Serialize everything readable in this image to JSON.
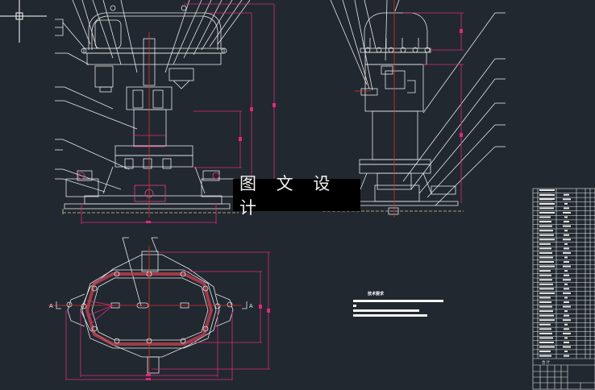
{
  "drawing": {
    "background": "#212830",
    "colors": {
      "geometry": "#e8e8e8",
      "dimension": "#e0287a",
      "centerline": "#e03030",
      "ground": "#d8c890"
    },
    "watermark": "图 文 设 计",
    "views": {
      "front": {
        "label": "front-elevation"
      },
      "side": {
        "label": "side-elevation"
      },
      "plan": {
        "label": "plan-view",
        "section_left": "A",
        "section_right": "A"
      }
    },
    "technical_requirements": {
      "title": "技术要求",
      "lines": [
        "1.",
        "2.",
        "3.",
        "4."
      ]
    },
    "bom": {
      "row_count": 38,
      "footer_label": "合 计"
    }
  }
}
